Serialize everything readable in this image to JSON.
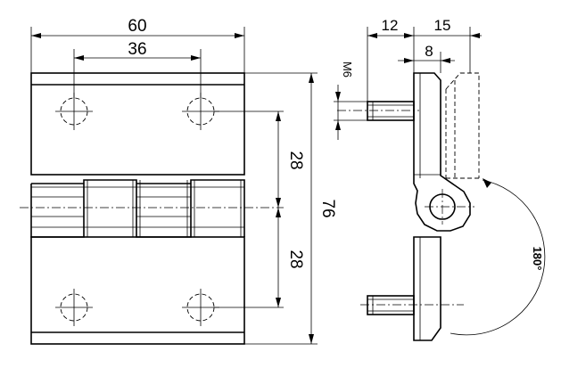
{
  "dimensions": {
    "overall_width": "60",
    "hole_spacing": "36",
    "hole_to_pin_upper": "28",
    "hole_to_pin_lower": "28",
    "overall_height": "76",
    "offset_12": "12",
    "offset_15": "15",
    "offset_8": "8",
    "thread": "M6",
    "rotation_angle": "180°"
  }
}
